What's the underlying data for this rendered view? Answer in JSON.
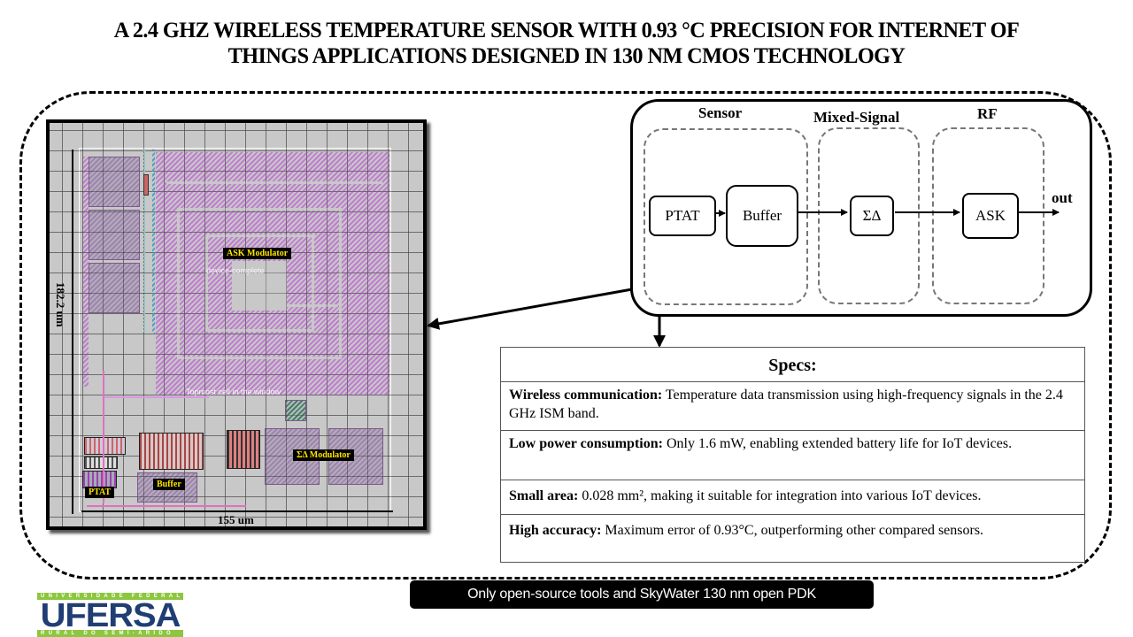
{
  "title": {
    "line1": "A 2.4 GHZ WIRELESS TEMPERATURE SENSOR WITH 0.93  °C PRECISION FOR INTERNET OF",
    "line2": "THINGS APPLICATIONS DESIGNED IN 130 NM CMOS TECHNOLOGY"
  },
  "layout": {
    "height_label": "182.2 um",
    "width_label": "155 um",
    "blocks": {
      "ask": "ASK Modulator",
      "sigma_delta": "ΣΔ Modulator",
      "buffer": "Buffer",
      "ptat": "PTAT"
    },
    "ghost_labels": {
      "device": "device-complete",
      "topmost": "Topmost cell in the window"
    },
    "colors": {
      "metal_hatch": "#be64d2",
      "label_bg": "#000000",
      "label_text": "#ffe600",
      "canvas": "#c8c8c8"
    }
  },
  "block_diagram": {
    "groups": [
      {
        "title": "Sensor"
      },
      {
        "title": "Mixed-Signal"
      },
      {
        "title": "RF"
      }
    ],
    "nodes": [
      "PTAT",
      "Buffer",
      "ΣΔ",
      "ASK"
    ],
    "output_label": "out"
  },
  "specs": {
    "header": "Specs:",
    "rows": [
      {
        "label": "Wireless communication:",
        "text": " Temperature data transmission using high-frequency signals in the 2.4 GHz ISM band."
      },
      {
        "label": "Low power consumption:",
        "text": " Only 1.6 mW, enabling extended battery life for IoT devices."
      },
      {
        "label": "Small area:",
        "text": " 0.028 mm², making it suitable for integration into various IoT devices."
      },
      {
        "label": "High accuracy:",
        "text": " Maximum error of 0.93°C, outperforming other compared sensors."
      }
    ]
  },
  "footer": {
    "badge": "Only open-source tools and SkyWater 130 nm open PDK",
    "logo": {
      "top_band": "UNIVERSIDADE FEDERAL",
      "word": "UFERSA",
      "bottom_band": "RURAL DO SEMI-ÁRIDO",
      "colors": {
        "word": "#1f3e73",
        "band": "#8dc63f"
      }
    }
  }
}
